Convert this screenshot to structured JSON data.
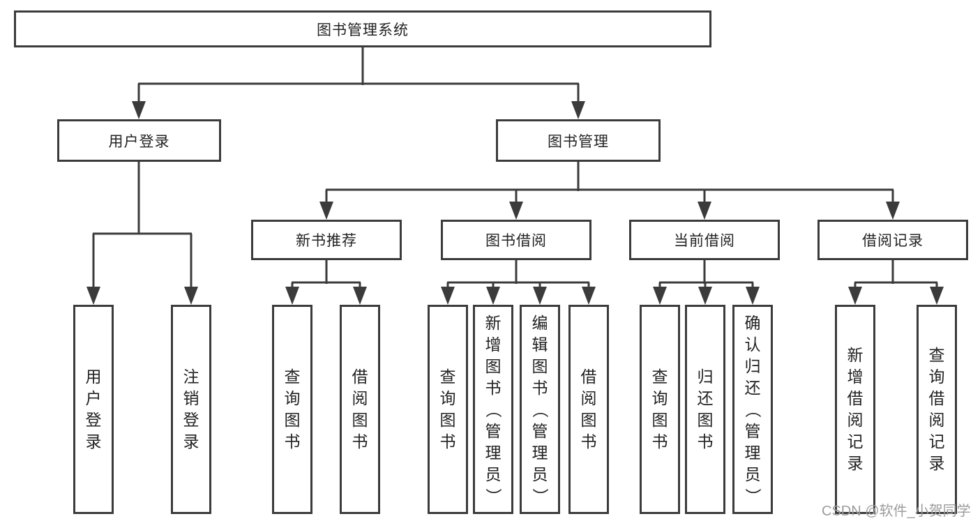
{
  "tree": {
    "label": "图书管理系统",
    "children": [
      {
        "label": "用户登录",
        "children": [
          {
            "label": "用户登录"
          },
          {
            "label": "注销登录"
          }
        ]
      },
      {
        "label": "图书管理",
        "children": [
          {
            "label": "新书推荐",
            "children": [
              {
                "label": "查询图书"
              },
              {
                "label": "借阅图书"
              }
            ]
          },
          {
            "label": "图书借阅",
            "children": [
              {
                "label": "查询图书"
              },
              {
                "label": "新增图书（管理员）"
              },
              {
                "label": "编辑图书（管理员）"
              },
              {
                "label": "借阅图书"
              }
            ]
          },
          {
            "label": "当前借阅",
            "children": [
              {
                "label": "查询图书"
              },
              {
                "label": "归还图书"
              },
              {
                "label": "确认归还（管理员）"
              }
            ]
          },
          {
            "label": "借阅记录",
            "children": [
              {
                "label": "新增借阅记录"
              },
              {
                "label": "查询借阅记录"
              }
            ]
          }
        ]
      }
    ]
  },
  "watermark": {
    "text": "CSDN @软件_小贺同学"
  },
  "colors": {
    "line": "#3b3b3b",
    "box_border": "#3b3b3b",
    "text": "#222222",
    "watermark": "#9c9c9c",
    "background": "#ffffff"
  }
}
